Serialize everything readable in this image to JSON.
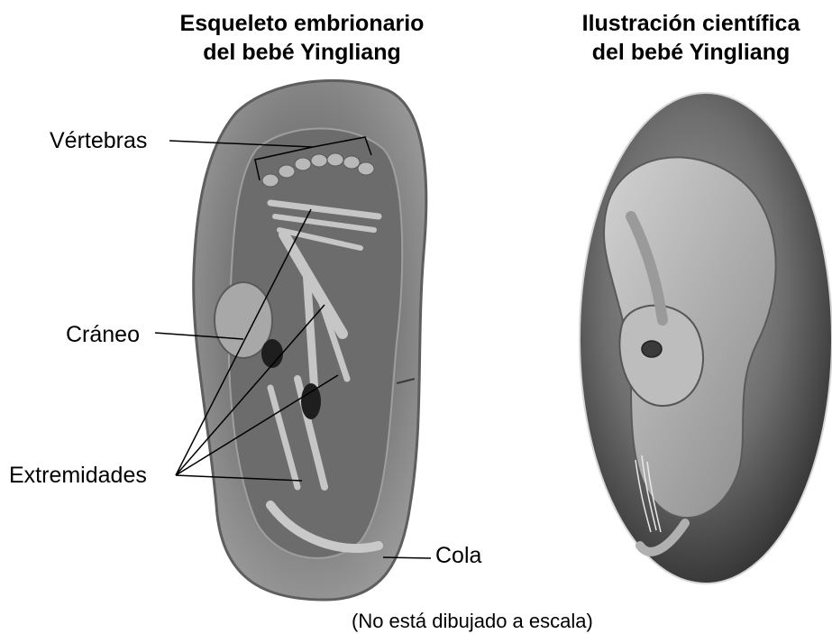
{
  "titles": {
    "left_line1": "Esqueleto embrionario",
    "left_line2": "del bebé Yingliang",
    "right_line1": "Ilustración científica",
    "right_line2": "del bebé Yingliang"
  },
  "labels": {
    "vertebras": "Vértebras",
    "craneo": "Cráneo",
    "extremidades": "Extremidades",
    "cola": "Cola"
  },
  "caption": "(No está dibujado a escala)"
}
